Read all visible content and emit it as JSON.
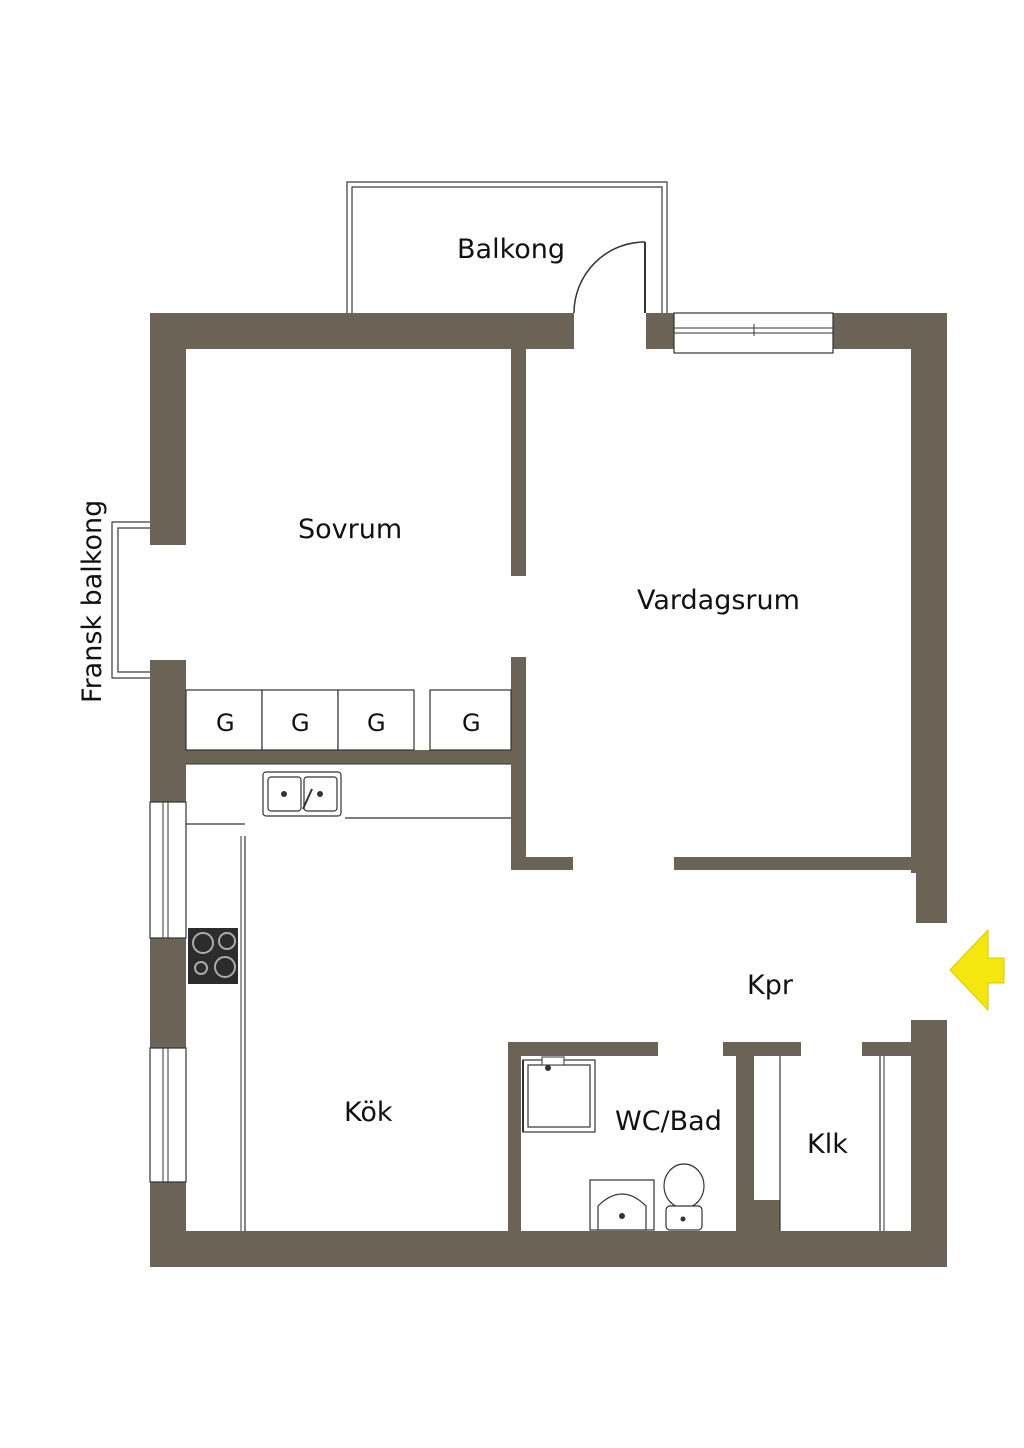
{
  "rooms": {
    "balkong": "Balkong",
    "sovrum": "Sovrum",
    "vardagsrum": "Vardagsrum",
    "fransk_balkong": "Fransk balkong",
    "kok": "Kök",
    "kpr": "Kpr",
    "wc_bad": "WC/Bad",
    "klk": "Klk"
  },
  "wardrobes": [
    "G",
    "G",
    "G",
    "G"
  ],
  "colors": {
    "wall": "#6a6356",
    "entrance_arrow": "#f5e60f"
  },
  "icons": {
    "entrance": "entrance-arrow-icon",
    "sink": "double-sink-icon",
    "stove": "cooktop-icon",
    "shower": "shower-icon",
    "washbasin": "washbasin-icon",
    "toilet": "toilet-icon"
  }
}
